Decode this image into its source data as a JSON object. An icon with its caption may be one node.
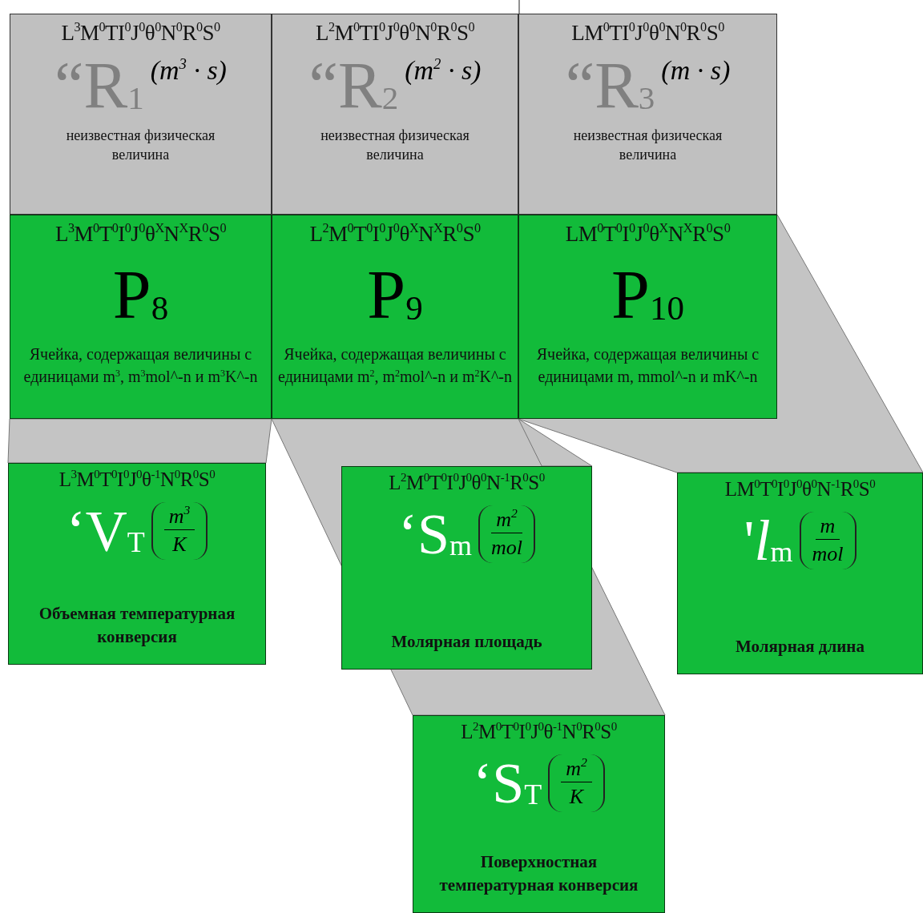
{
  "diagram": {
    "nodes": [
      {
        "text": [
          "L$^{3}$M$^{0}$TI$^{0}$J$^{0}$θ$^{0}$N$^{0}$R$^{0}$S$^{0}$",
          "“R$_{1}$",
          "(m$^{3}$ · s)",
          "неизвестная физическая величина"
        ]
      },
      {
        "text": [
          "L$^{2}$M$^{0}$TI$^{0}$J$^{0}$θ$^{0}$N$^{0}$R$^{0}$S$^{0}$",
          "“R$_{2}$",
          "(m$^{2}$ · s)",
          "неизвестная физическая величина"
        ]
      },
      {
        "text": [
          "LM$^{0}$TI$^{0}$J$^{0}$θ$^{0}$N$^{0}$R$^{0}$S$^{0}$",
          "“R$_{3}$",
          "(m · s)",
          "неизвестная физическая величина"
        ]
      },
      {
        "text": [
          "L$^{3}$M$^{0}$T$^{0}$I$^{0}$J$^{0}$θ$^{X}$N$^{X}$R$^{0}$S$^{0}$",
          "P$_{8}$",
          "Ячейка, содержащая величины с единицами m$^{3}$, m$^{3}$mol^-n и m$^{3}$K^-n"
        ]
      },
      {
        "text": [
          "L$^{2}$M$^{0}$T$^{0}$I$^{0}$J$^{0}$θ$^{X}$N$^{X}$R$^{0}$S$^{0}$",
          "P$_{9}$",
          "Ячейка, содержащая величины с единицами m$^{2}$, m$^{2}$mol^-n и m$^{2}$K^-n"
        ]
      },
      {
        "text": [
          "LM$^{0}$T$^{0}$I$^{0}$J$^{0}$θ$^{X}$N$^{X}$R$^{0}$S$^{0}$",
          "P$_{10}$",
          "Ячейка, содержащая величины с единицами m, mmol^-n и mK^-n"
        ]
      },
      {
        "text": [
          "L$^{3}$M$^{0}$T$^{0}$I$^{0}$J$^{0}$θ$^{-1}$N$^{0}$R$^{0}$S$^{0}$",
          "‘V$_{T}$",
          "m$^{3}$",
          "K",
          "Объемная температурная конверсия"
        ]
      },
      {
        "text": [
          "L$^{2}$M$^{0}$T$^{0}$I$^{0}$J$^{0}$θ$^{0}$N$^{-1}$R$^{0}$S$^{0}$",
          "‘S$_{m}$",
          "m$^{2}$",
          "mol",
          "Молярная площадь"
        ]
      },
      {
        "text": [
          "LM$^{0}$T$^{0}$I$^{0}$J$^{0}$θ$^{0}$N$^{-1}$R$^{0}$S$^{0}$",
          "'*l*$_{m}$",
          "m",
          "mol",
          "Молярная длина"
        ]
      },
      {
        "text": [
          "L$^{2}$M$^{0}$T$^{0}$I$^{0}$J$^{0}$θ$^{-1}$N$^{0}$R$^{0}$S$^{0}$",
          "‘S$_{T}$",
          "m$^{2}$",
          "K",
          "Поверхностная температурная конверсия"
        ]
      }
    ],
    "edges": [
      {
        "from": 3,
        "to": 6,
        "arrow": "none"
      },
      {
        "from": 4,
        "to": 7,
        "arrow": "none"
      },
      {
        "from": 4,
        "to": 9,
        "arrow": "none"
      },
      {
        "from": 5,
        "to": 8,
        "arrow": "none"
      }
    ]
  }
}
